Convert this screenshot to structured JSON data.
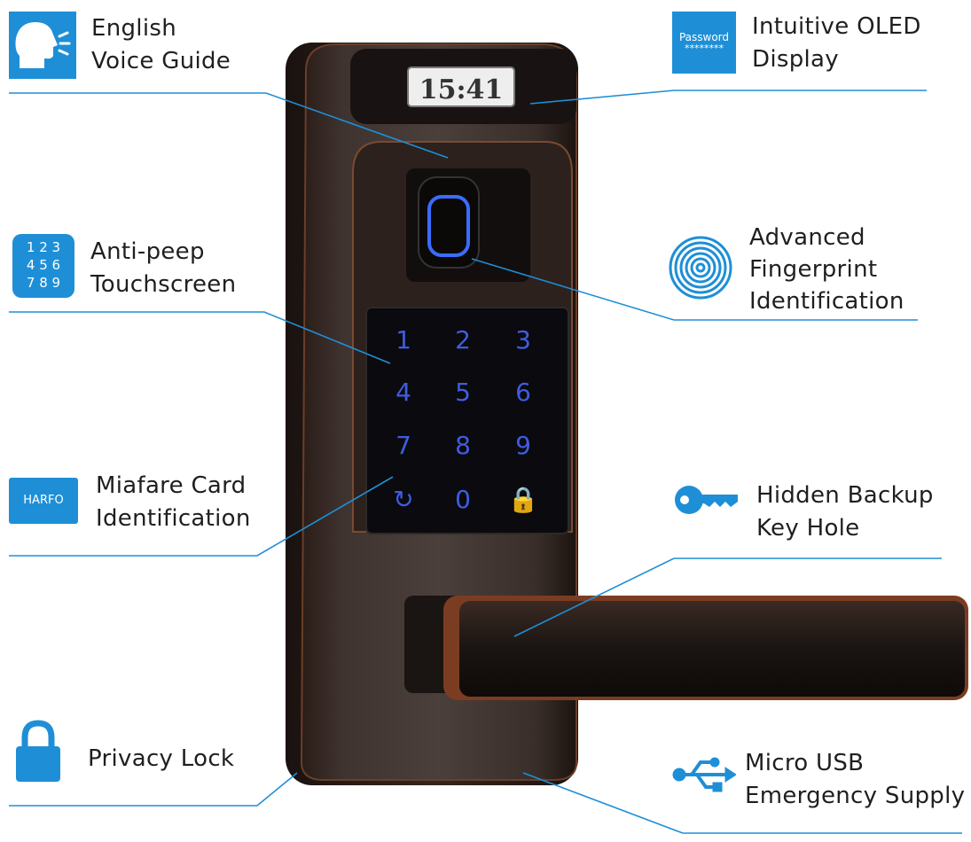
{
  "accent_color": "#1e8fd6",
  "features": {
    "voice": {
      "line1": "English",
      "line2": "Voice Guide",
      "icon": "speaking-head-icon"
    },
    "oled": {
      "line1": "Intuitive OLED",
      "line2": "Display",
      "icon": "password-display-icon",
      "icon_text_top": "Password",
      "icon_text_bottom": "********"
    },
    "touch": {
      "line1": "Anti-peep",
      "line2": "Touchscreen",
      "icon": "keypad-icon",
      "icon_rows": [
        "1 2 3",
        "4 5 6",
        "7 8 9"
      ]
    },
    "fingerprint": {
      "line1": "Advanced",
      "line2": "Fingerprint",
      "line3": "Identification",
      "icon": "fingerprint-icon"
    },
    "card": {
      "line1": "Miafare Card",
      "line2": "Identification",
      "icon": "card-icon",
      "icon_text": "HARFO"
    },
    "key": {
      "line1": "Hidden Backup",
      "line2": "Key Hole",
      "icon": "key-icon"
    },
    "privacy": {
      "line1": "Privacy Lock",
      "icon": "padlock-icon"
    },
    "usb": {
      "line1": "Micro USB",
      "line2": "Emergency Supply",
      "icon": "usb-icon"
    }
  },
  "device": {
    "display_time": "15:41",
    "keypad": [
      "1",
      "2",
      "3",
      "4",
      "5",
      "6",
      "7",
      "8",
      "9",
      "↻",
      "0",
      "🔒"
    ]
  }
}
